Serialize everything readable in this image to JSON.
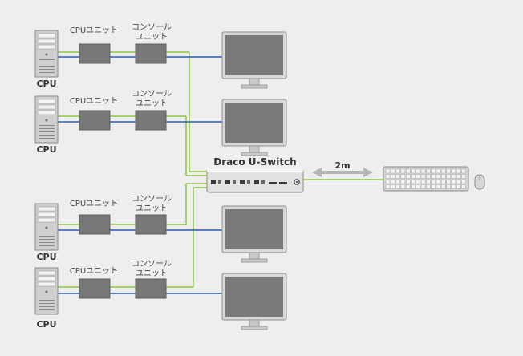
{
  "cpu_label": "CPU",
  "cpu_unit_label": "CPUユニット",
  "console_unit_label_line1": "コンソール",
  "console_unit_label_line2": "ユニット",
  "hub_label": "Draco U-Switch",
  "distance_label": "2m",
  "colors": {
    "background": "#eeeeef",
    "green_cable": "#8dc63f",
    "blue_cable": "#2a5db0",
    "unit_box": "#777777",
    "monitor_screen": "#7a7a7a",
    "monitor_frame": "#d9d9d9"
  },
  "icons": [
    "tower-pc-icon",
    "monitor-icon",
    "keyboard-icon",
    "mouse-icon",
    "double-arrow-icon"
  ]
}
